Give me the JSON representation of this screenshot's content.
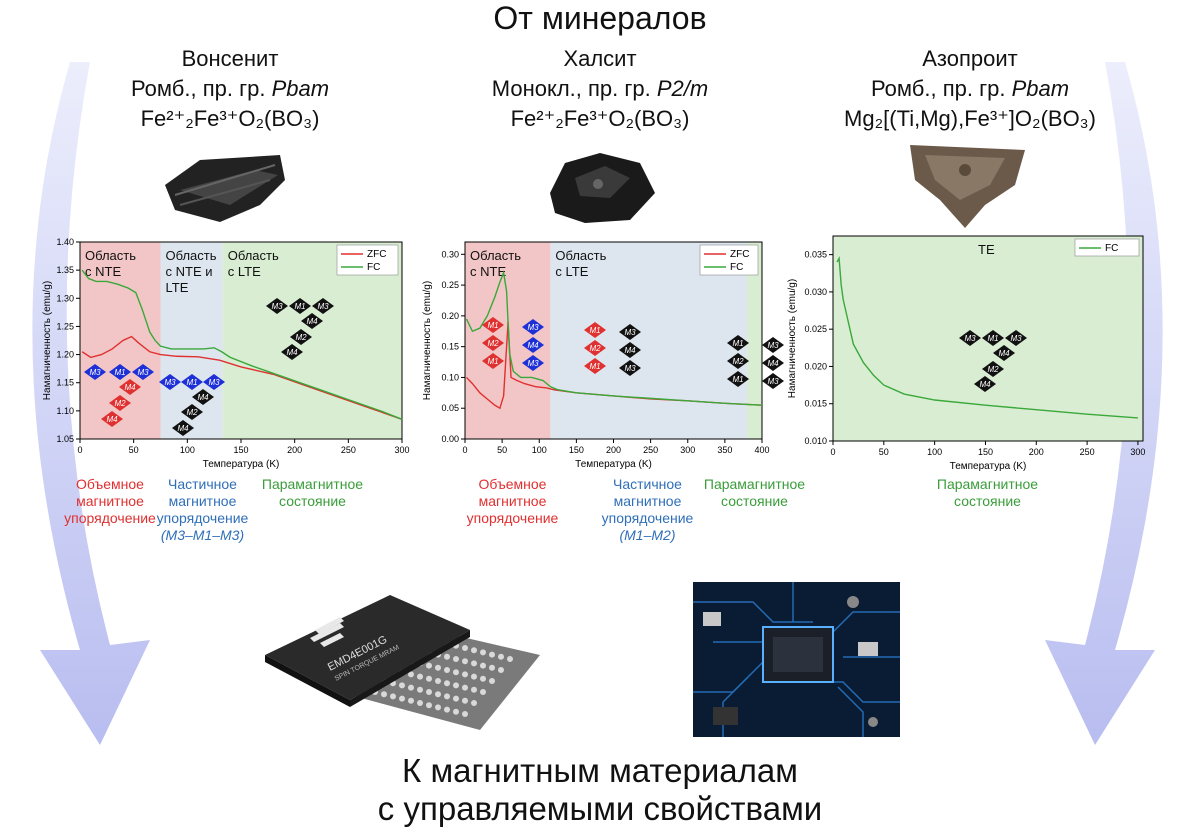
{
  "top_title": "От минералов",
  "bottom_title": {
    "line1": "К магнитным материалам",
    "line2": "с управляемыми свойствами"
  },
  "minerals": [
    {
      "name": "Вонсенит",
      "system": "Ромб., пр. гр. ",
      "group": "Pbam",
      "formula": "Fe²⁺₂Fe³⁺O₂(BO₃)"
    },
    {
      "name": "Халсит",
      "system": "Монокл., пр. гр. ",
      "group": "P2/m",
      "formula": "Fe²⁺₂Fe³⁺O₂(BO₃)"
    },
    {
      "name": "Азопроит",
      "system": "Ромб., пр. гр. ",
      "group": "Pbam",
      "formula": "Mg₂[(Ti,Mg),Fe³⁺]O₂(BO₃)"
    }
  ],
  "colors": {
    "zfc": "#e03030",
    "fc": "#3aa83a",
    "nte": "#f2c6c6",
    "mid": "#dde6ee",
    "lte": "#d8edd2",
    "blue_diamond": "#1d2fd6",
    "arrow": "#c9cdf3"
  },
  "chart_data": [
    {
      "type": "line",
      "xlabel": "Температура (K)",
      "ylabel": "Намагниченность (emu/g)",
      "xlim": [
        0,
        300
      ],
      "ylim": [
        1.05,
        1.4
      ],
      "xticks": [
        0,
        50,
        100,
        150,
        200,
        250,
        300
      ],
      "yticks": [
        1.05,
        1.1,
        1.15,
        1.2,
        1.25,
        1.3,
        1.35,
        1.4
      ],
      "regions": [
        {
          "x0": 0,
          "x1": 75,
          "label1": "Область",
          "label2": "с NTE",
          "label3": ""
        },
        {
          "x0": 75,
          "x1": 133,
          "label1": "Область",
          "label2": "с NTE и",
          "label3": "LTE"
        },
        {
          "x0": 133,
          "x1": 300,
          "label1": "Область",
          "label2": "с LTE",
          "label3": ""
        }
      ],
      "legend": [
        "ZFC",
        "FC"
      ],
      "series": [
        {
          "name": "ZFC",
          "x": [
            2,
            10,
            20,
            30,
            40,
            48,
            55,
            65,
            75,
            90,
            110,
            130,
            150,
            180,
            210,
            240,
            270,
            300
          ],
          "y": [
            1.205,
            1.195,
            1.2,
            1.21,
            1.225,
            1.232,
            1.22,
            1.205,
            1.2,
            1.197,
            1.196,
            1.19,
            1.178,
            1.165,
            1.145,
            1.125,
            1.105,
            1.085
          ]
        },
        {
          "name": "FC",
          "x": [
            2,
            8,
            15,
            25,
            35,
            45,
            52,
            58,
            65,
            70,
            75,
            85,
            100,
            115,
            125,
            132,
            140,
            160,
            190,
            220,
            250,
            280,
            300
          ],
          "y": [
            1.35,
            1.335,
            1.33,
            1.33,
            1.325,
            1.318,
            1.31,
            1.28,
            1.24,
            1.225,
            1.215,
            1.21,
            1.21,
            1.21,
            1.212,
            1.205,
            1.195,
            1.18,
            1.16,
            1.14,
            1.12,
            1.1,
            1.085
          ]
        }
      ],
      "captions": [
        {
          "lines": [
            "Объемное",
            "магнитное",
            "упорядочение"
          ],
          "color": "red"
        },
        {
          "lines": [
            "Частичное",
            "магнитное",
            "упорядочение",
            "(M3–M1–M3)"
          ],
          "color": "blue"
        },
        {
          "lines": [
            "Парамагнитное",
            "состояние"
          ],
          "color": "green"
        }
      ]
    },
    {
      "type": "line",
      "xlabel": "Температура (K)",
      "ylabel": "Намагниченность (emu/g)",
      "xlim": [
        0,
        400
      ],
      "ylim": [
        0,
        0.32
      ],
      "xticks": [
        0,
        50,
        100,
        150,
        200,
        250,
        300,
        350,
        400
      ],
      "yticks": [
        0.0,
        0.05,
        0.1,
        0.15,
        0.2,
        0.25,
        0.3
      ],
      "regions": [
        {
          "x0": 0,
          "x1": 115,
          "label1": "Область",
          "label2": "с NTE",
          "label3": ""
        },
        {
          "x0": 115,
          "x1": 380,
          "label1": "Область",
          "label2": "с LTE",
          "label3": ""
        },
        {
          "x0": 380,
          "x1": 400,
          "label1": "",
          "label2": "",
          "label3": ""
        }
      ],
      "legend": [
        "ZFC",
        "FC"
      ],
      "series": [
        {
          "name": "ZFC",
          "x": [
            2,
            10,
            20,
            30,
            40,
            47,
            52,
            55,
            58,
            62,
            70,
            80,
            95,
            110,
            120,
            150,
            200,
            250,
            300,
            350,
            400
          ],
          "y": [
            0.1,
            0.09,
            0.075,
            0.065,
            0.055,
            0.05,
            0.07,
            0.13,
            0.19,
            0.1,
            0.095,
            0.09,
            0.085,
            0.083,
            0.08,
            0.075,
            0.07,
            0.065,
            0.062,
            0.058,
            0.055
          ]
        },
        {
          "name": "FC",
          "x": [
            2,
            10,
            20,
            30,
            40,
            47,
            52,
            56,
            60,
            65,
            75,
            90,
            105,
            115,
            125,
            150,
            200,
            250,
            300,
            350,
            400
          ],
          "y": [
            0.195,
            0.175,
            0.18,
            0.2,
            0.23,
            0.255,
            0.27,
            0.24,
            0.14,
            0.11,
            0.1,
            0.1,
            0.095,
            0.085,
            0.08,
            0.075,
            0.07,
            0.066,
            0.062,
            0.058,
            0.055
          ]
        }
      ],
      "captions": [
        {
          "lines": [
            "Объемное",
            "магнитное",
            "упорядочение"
          ],
          "color": "red"
        },
        {
          "lines": [
            "Частичное",
            "магнитное",
            "упорядочение",
            "(M1–M2)"
          ],
          "color": "blue"
        },
        {
          "lines": [
            "Парамагнитное",
            "состояние"
          ],
          "color": "green"
        }
      ]
    },
    {
      "type": "line",
      "xlabel": "Температура (K)",
      "ylabel": "Намагниченность (emu/g)",
      "xlim": [
        0,
        305
      ],
      "ylim": [
        0.01,
        0.0375
      ],
      "xticks": [
        0,
        50,
        100,
        150,
        200,
        250,
        300
      ],
      "yticks": [
        0.01,
        0.015,
        0.02,
        0.025,
        0.03,
        0.035
      ],
      "regions": [
        {
          "x0": 0,
          "x1": 305,
          "label1": "TE",
          "label2": "",
          "label3": ""
        }
      ],
      "legend": [
        "FC"
      ],
      "series": [
        {
          "name": "FC",
          "x": [
            4,
            6,
            8,
            10,
            15,
            20,
            30,
            40,
            50,
            70,
            100,
            150,
            200,
            250,
            300
          ],
          "y": [
            0.034,
            0.0345,
            0.031,
            0.029,
            0.026,
            0.023,
            0.0205,
            0.0188,
            0.0175,
            0.0163,
            0.0155,
            0.0148,
            0.0142,
            0.0136,
            0.0131
          ]
        }
      ],
      "captions": [
        {
          "lines": [
            "Парамагнитное",
            "состояние"
          ],
          "color": "green"
        }
      ]
    }
  ],
  "chip": {
    "model": "EMD4E001G",
    "subtitle": "SPIN TORQUE MRAM"
  }
}
